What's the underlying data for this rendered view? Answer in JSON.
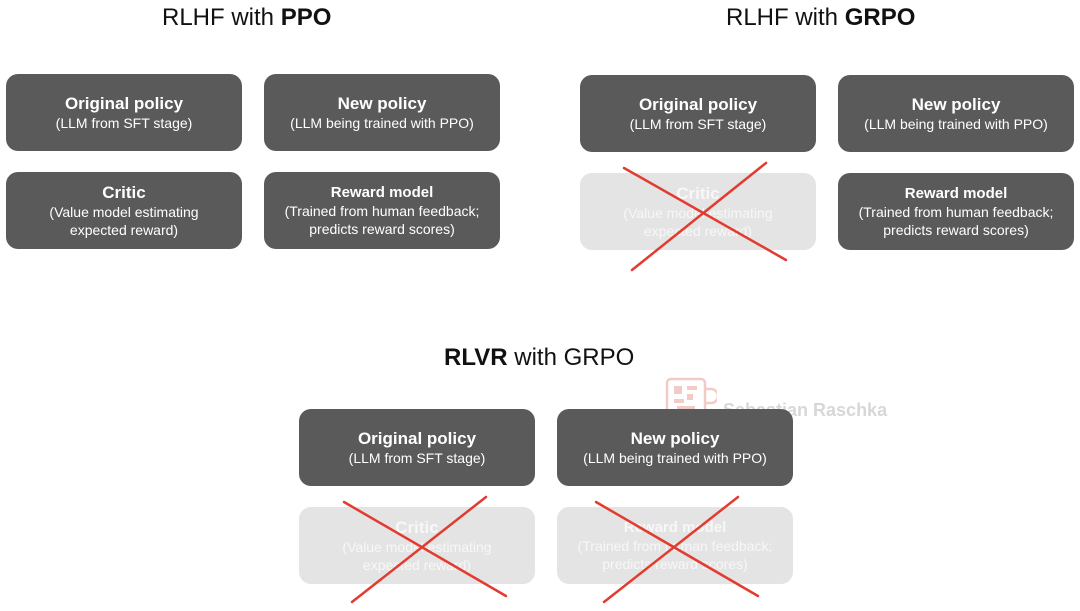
{
  "sections": {
    "ppo": {
      "title_prefix": "RLHF with ",
      "title_bold": "PPO"
    },
    "grpo": {
      "title_prefix": "RLHF with ",
      "title_bold": "GRPO"
    },
    "rlvr": {
      "title_bold": "RLVR",
      "title_suffix": " with GRPO"
    }
  },
  "boxes": {
    "original": {
      "title": "Original policy",
      "subtitle": "(LLM from SFT stage)"
    },
    "new": {
      "title": "New policy",
      "subtitle": "(LLM being trained with PPO)"
    },
    "critic": {
      "title": "Critic",
      "subtitle_1": "(Value model estimating",
      "subtitle_2": "expected reward)"
    },
    "reward": {
      "title": "Reward model",
      "subtitle_1": "(Trained from human feedback;",
      "subtitle_2": "predicts reward scores)"
    }
  },
  "watermark": {
    "text": "Sebastian Raschka",
    "icon": "logo-icon"
  },
  "colors": {
    "box_dark": "#5a5a5a",
    "box_faded": "#e4e4e4",
    "cross": "#e23b30"
  }
}
